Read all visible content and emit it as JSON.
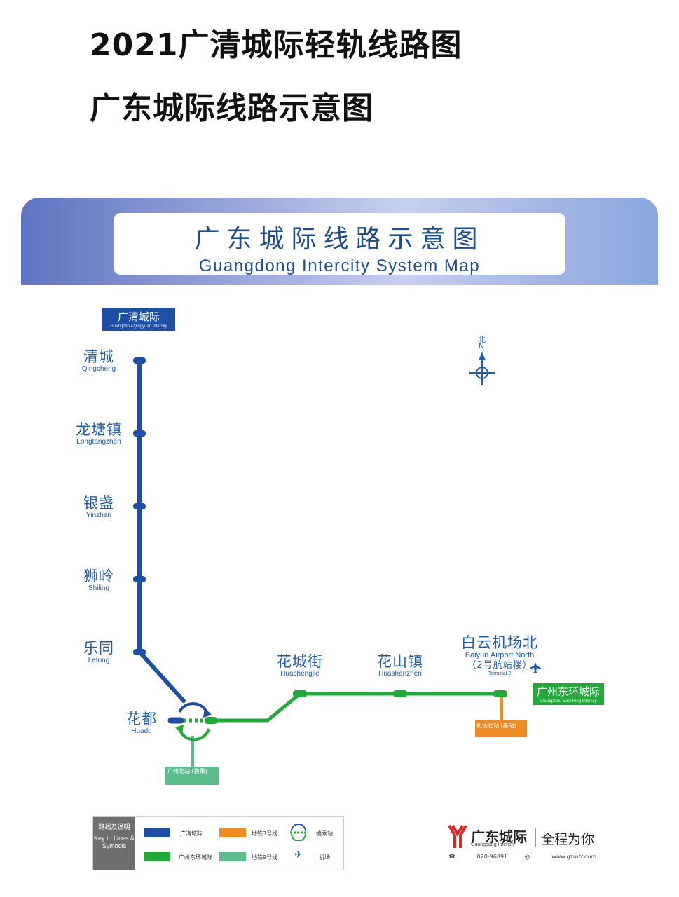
{
  "headlines": {
    "title": "2021广清城际轻轨线路图",
    "subtitle": "广东城际线路示意图"
  },
  "banner": {
    "title_cn": "广东城际线路示意图",
    "title_en": "Guangdong Intercity System Map"
  },
  "lines": {
    "qingcheng": {
      "name_cn": "广清城际",
      "name_en": "Guangzhou-Qingyuan Intercity",
      "color": "#1d4fa6"
    },
    "east_ring": {
      "name_cn": "广州东环城际",
      "name_en": "Guangzhou East Ring Intercity",
      "color": "#23a83a"
    },
    "metro3_color": "#ee8b22",
    "metro9_color": "#5dbb8c"
  },
  "stations": {
    "qingcheng": {
      "cn": "清城",
      "en": "Qingcheng"
    },
    "longtangzhen": {
      "cn": "龙塘镇",
      "en": "Longtangzhen"
    },
    "yinzhan": {
      "cn": "银盏",
      "en": "Yinzhan"
    },
    "shiling": {
      "cn": "狮岭",
      "en": "Shiling"
    },
    "letong": {
      "cn": "乐同",
      "en": "Letong"
    },
    "huadu": {
      "cn": "花都",
      "en": "Huadu"
    },
    "huachengjie": {
      "cn": "花城街",
      "en": "Huachengjie"
    },
    "huashanzhen": {
      "cn": "花山镇",
      "en": "Huashanzhen"
    },
    "airport_north": {
      "cn": "白云机场北",
      "en": "Baiyun Airport North",
      "terminal_cn": "（2号航站楼）",
      "terminal_en": "Terminal 2"
    }
  },
  "transfers": {
    "airport_metro": {
      "cn": "机场北站",
      "tag": "(基站)"
    },
    "guangzhou_north": {
      "cn": "广州北站",
      "tag": "(换乘)"
    }
  },
  "compass": {
    "label_cn": "北",
    "label_en": "N"
  },
  "legend": {
    "heading_cn": "路线及说明",
    "heading_en": "Key to Lines & Symbols",
    "items": {
      "qingcheng": "广清城际",
      "metro3": "地铁3号线",
      "interchange": "换乘站",
      "east_ring": "广州东环城际",
      "metro9": "地铁9号线",
      "airport": "机场"
    }
  },
  "logo": {
    "brand_cn": "广东城际",
    "brand_en": "Guangdong Intercity",
    "slogan": "全程为你",
    "hotline": "020-96891",
    "website": "www.gzmtr.com"
  }
}
